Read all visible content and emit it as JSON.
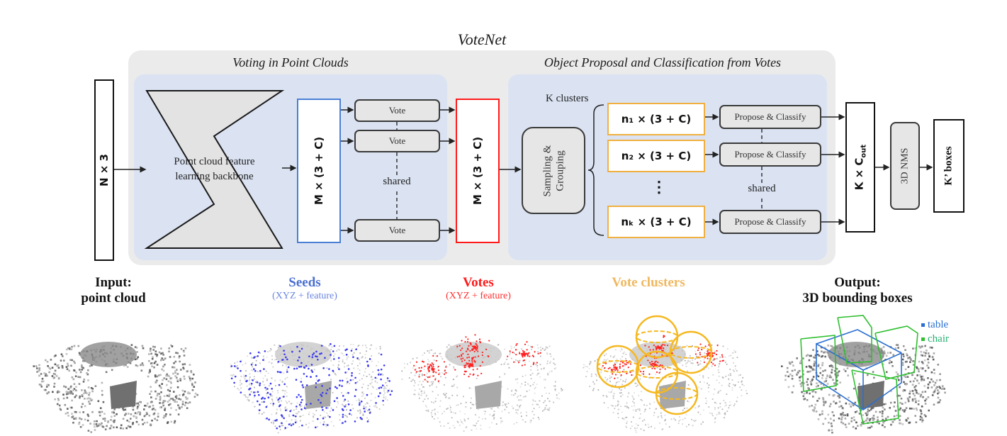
{
  "diagram": {
    "title": "VoteNet",
    "sections": {
      "voting": "Voting in Point Clouds",
      "proposal": "Object Proposal and Classification from Votes"
    },
    "input_tensor": "N × 3",
    "backbone": {
      "line1": "Point cloud feature",
      "line2": "learning backbone"
    },
    "seed_tensor": "M × (3 + C)",
    "vote_modules": [
      "Vote",
      "Vote",
      "Vote"
    ],
    "vote_shared_label": "shared",
    "vote_tensor": "M × (3 + C)",
    "k_clusters_label": "K clusters",
    "sampling": {
      "line1": "Sampling &",
      "line2": "Grouping"
    },
    "cluster_tensors": [
      "n₁ × (3 + C)",
      "n₂ × (3 + C)",
      "⋮",
      "nₖ × (3 + C)"
    ],
    "propose_modules": [
      "Propose & Classify",
      "Propose & Classify",
      "Propose & Classify"
    ],
    "propose_shared_label": "shared",
    "output_tensor": "K × C_out",
    "output_tensor_main": "K × C",
    "output_tensor_sub": "out",
    "nms": "3D NMS",
    "final": "K’ boxes",
    "colors": {
      "outer_panel": "#ebebeb",
      "inner_panel": "#dbe3f3",
      "seed_border": "#4a7fd4",
      "vote_border": "#ff1a1a",
      "cluster_border": "#f0b040",
      "table": "#2a6fd1",
      "chair": "#2fbf2f"
    }
  },
  "stages": [
    {
      "title": "Input:",
      "subtitle": "point cloud",
      "color": "#111111"
    },
    {
      "title": "Seeds",
      "subtitle": "(XYZ + feature)",
      "color": "#4a6fd0"
    },
    {
      "title": "Votes",
      "subtitle": "(XYZ + feature)",
      "color": "#ff1a1a"
    },
    {
      "title": "Vote clusters",
      "subtitle": "",
      "color": "#f0b860"
    },
    {
      "title": "Output:",
      "subtitle": "3D bounding boxes",
      "color": "#111111"
    }
  ],
  "legend": [
    {
      "label": "table",
      "color": "#2a6fd1"
    },
    {
      "label": "chair",
      "color": "#2fbf2f"
    }
  ]
}
